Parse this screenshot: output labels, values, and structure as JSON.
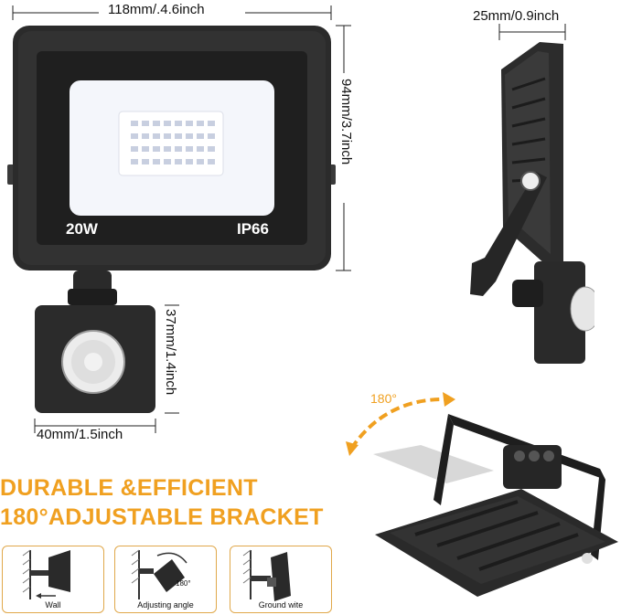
{
  "dimensions": {
    "width": "118mm/.4.6inch",
    "height": "94mm/3.7inch",
    "depth": "25mm/0.9inch",
    "sensor_height": "37mm/1.4inch",
    "sensor_width": "40mm/1.5inch"
  },
  "light": {
    "power": "20W",
    "rating": "IP66"
  },
  "headline": {
    "line1": "DURABLE &EFFICIENT",
    "line2": "180°ADJUSTABLE BRACKET"
  },
  "rotation": {
    "angle": "180°"
  },
  "installations": [
    {
      "label": "Wall"
    },
    {
      "label": "Adjusting angle",
      "angle": "180°"
    },
    {
      "label": "Ground wite"
    }
  ],
  "colors": {
    "accent": "#f0a020",
    "body": "#2a2a2a",
    "led_panel": "#f4f6fb"
  }
}
